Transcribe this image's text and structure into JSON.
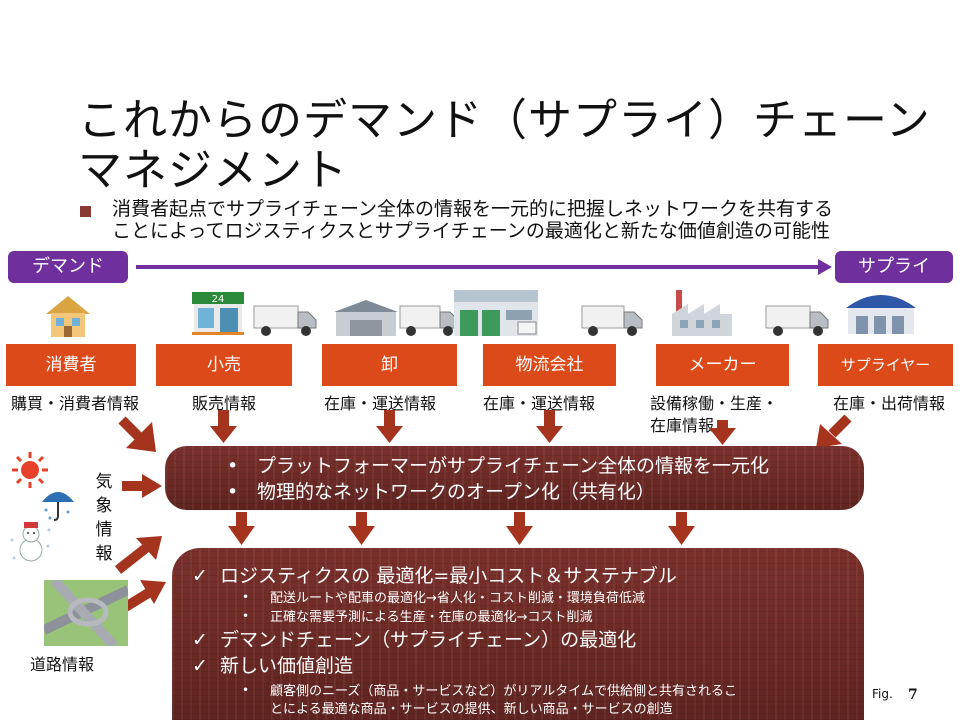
{
  "title": {
    "line1": "これからのデマンド（サプライ）チェーン",
    "line2": "マネジメント"
  },
  "subtitle": {
    "line1": "消費者起点でサプライチェーン全体の情報を一元的に把握しネットワークを共有する",
    "line2": "ことによってロジスティクスとサプライチェーンの最適化と新たな価値創造の可能性"
  },
  "flow": {
    "left_label": "デマンド",
    "right_label": "サプライ",
    "arrow_color": "#6f2f9c"
  },
  "actors": [
    {
      "label": "消費者",
      "info": "購買・消費者情報",
      "icon": "house-icon"
    },
    {
      "label": "小売",
      "info": "販売情報",
      "icon": "convenience-store-icon"
    },
    {
      "label": "卸",
      "info": "在庫・運送情報",
      "icon": "warehouse-icon"
    },
    {
      "label": "物流会社",
      "info": "在庫・運送情報",
      "icon": "logistics-center-icon"
    },
    {
      "label": "メーカー",
      "info1": "設備稼働・生産・",
      "info2": "在庫情報",
      "icon": "factory-icon"
    },
    {
      "label": "サプライヤー",
      "info": "在庫・出荷情報",
      "icon": "supplier-warehouse-icon"
    }
  ],
  "platform_box": {
    "items": [
      "プラットフォーマーがサプライチェーン全体の情報を一元化",
      "物理的なネットワークのオープン化（共有化）"
    ]
  },
  "outcome_box": {
    "item1": "ロジスティクスの 最適化=最小コスト＆サステナブル",
    "item1_sub1": "配送ルートや配車の最適化→省人化・コスト削減・環境負荷低減",
    "item1_sub2": "正確な需要予測による生産・在庫の最適化→コスト削減",
    "item2": "デマンドチェーン（サプライチェーン）の最適化",
    "item3": "新しい価値創造",
    "item3_sub1_line1": "顧客側のニーズ（商品・サービスなど）がリアルタイムで供給側と共有されるこ",
    "item3_sub1_line2": "とによる最適な商品・サービスの提供、新しい商品・サービスの創造"
  },
  "side": {
    "weather_label": "気象情報",
    "road_label": "道路情報"
  },
  "footer": {
    "fig": "Fig.",
    "page": "7"
  },
  "colors": {
    "actor_box": "#dc4a19",
    "connector_arrow": "#a5341f",
    "info_box": "#6e2a26"
  }
}
